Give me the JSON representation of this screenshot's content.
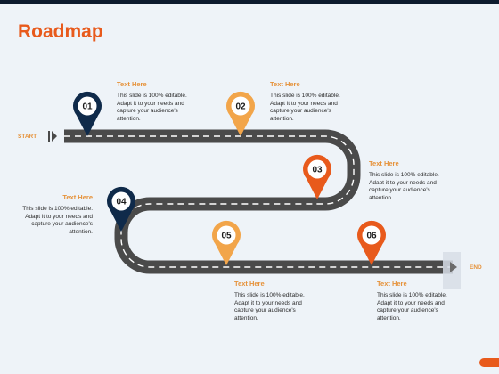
{
  "title": "Roadmap",
  "start_label": "START",
  "end_label": "END",
  "colors": {
    "road": "#4a4a4a",
    "navy": "#0f2a4a",
    "light_orange": "#f2a54a",
    "orange": "#e85a1c",
    "accent_text": "#e6923a"
  },
  "milestones": [
    {
      "number": "01",
      "heading": "Text Here",
      "text": "This slide is 100% editable. Adapt it to your needs and capture your audience's attention.",
      "pin_color": "navy"
    },
    {
      "number": "02",
      "heading": "Text Here",
      "text": "This slide is 100% editable. Adapt it to your needs and capture your audience's attention.",
      "pin_color": "light_orange"
    },
    {
      "number": "03",
      "heading": "Text Here",
      "text": "This slide is 100% editable. Adapt it to your needs and capture your audience's attention.",
      "pin_color": "orange"
    },
    {
      "number": "04",
      "heading": "Text Here",
      "text": "This slide is 100% editable. Adapt it to your needs and capture your audience's attention.",
      "pin_color": "navy"
    },
    {
      "number": "05",
      "heading": "Text Here",
      "text": "This slide is 100% editable. Adapt it to your needs and capture your audience's attention.",
      "pin_color": "light_orange"
    },
    {
      "number": "06",
      "heading": "Text Here",
      "text": "This slide is 100% editable. Adapt it to your needs and capture your audience's attention.",
      "pin_color": "orange"
    }
  ]
}
